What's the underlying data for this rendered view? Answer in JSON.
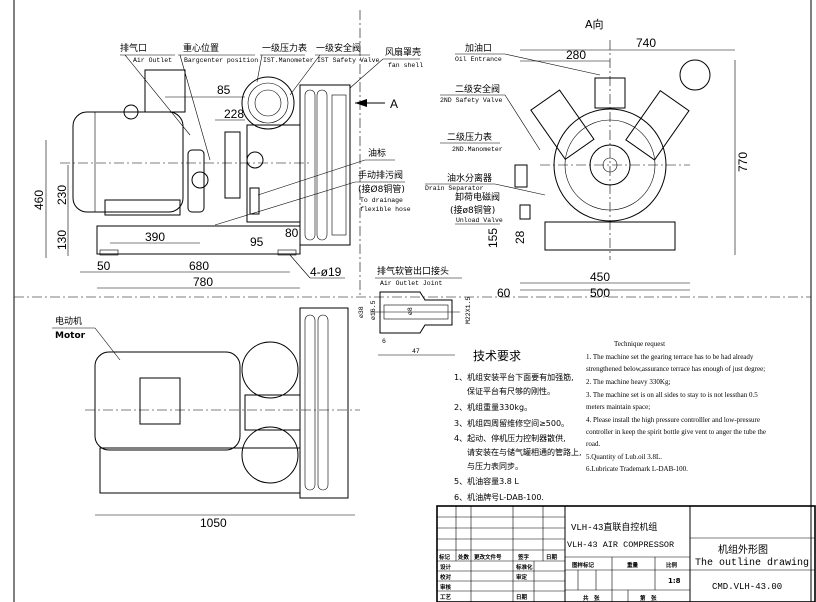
{
  "side_view": {
    "labels": {
      "air_outlet_cn": "排气口",
      "air_outlet_en": "Air Outlet",
      "bargcenter_cn": "重心位置",
      "bargcenter_en": "Bargcenter position",
      "manometer1_cn": "一级压力表",
      "manometer1_en": "IST.Manometer",
      "safety1_cn": "一级安全阀",
      "safety1_en": "IST Safety Valve",
      "fan_shell_cn": "风扇罩壳",
      "fan_shell_en": "fan shell",
      "oil_mark_cn": "油标",
      "drain_valve_cn": "手动排污阀",
      "drain_valve_pipe_cn": "(接Ø8铜管)",
      "drain_en_1": "To drainage",
      "drain_en_2": "flexible hose",
      "view_arrow": "A"
    },
    "dims": {
      "d85": "85",
      "d228": "228",
      "d460": "460",
      "d230": "230",
      "d130": "130",
      "d390": "390",
      "d95": "95",
      "d80": "80",
      "d50": "50",
      "d680": "680",
      "d780": "780",
      "holes": "4-ø19"
    }
  },
  "end_view": {
    "title": "A向",
    "labels": {
      "oil_entrance_cn": "加油口",
      "oil_entrance_en": "Oil Entrance",
      "safety2_cn": "二级安全阀",
      "safety2_en": "2ND Safety Valve",
      "manometer2_cn": "二级压力表",
      "manometer2_en": "2ND.Manometer",
      "drain_sep_cn": "油水分离器",
      "drain_sep_en": "Drain Separator",
      "unload_cn": "卸荷电磁阀",
      "unload_pipe_cn": "(接ø8铜管)",
      "unload_en": "Unload Valve"
    },
    "dims": {
      "d740": "740",
      "d280": "280",
      "d770": "770",
      "d155": "155",
      "d28": "28",
      "d450": "450",
      "d500": "500",
      "d60": "60"
    }
  },
  "joint_detail": {
    "title_cn": "排气软管出口接头",
    "title_en": "Air Outlet Joint",
    "dims": {
      "d38": "ø38",
      "d16": "ø16.5",
      "d_in": "ø8",
      "thread": "M22X1.5",
      "d6": "6",
      "d47": "47"
    }
  },
  "top_view": {
    "motor_cn": "电动机",
    "motor_en": "Motor",
    "d1050": "1050"
  },
  "requirements_cn": {
    "title": "技术要求",
    "items": [
      "1、机组安装平台下面要有加强筋,",
      "保证平台有尺够的刚性。",
      "2、机组重量330kg。",
      "3、机组四周留维修空间≥500。",
      "4、起动、停机压力控制器散供,",
      "请安装在与储气罐相通的管路上,",
      "与压力表同步。",
      "5、机油容量3.8 L",
      "6、机油牌号L-DAB-100."
    ]
  },
  "requirements_en": {
    "title": "Technique request",
    "items": [
      "1. The machine set the gearing terrace has to be had already",
      "strengthened below,assurance terrace has enough of just degree;",
      "2. The machine heavy 330Kg;",
      "3. The machine set is on all sides to stay to is not lessthan 0.5",
      "meters maintain space;",
      "4. Please install the high pressure controlller and low-pressure",
      "controller in keep the spirit bottle give vent to anger the tube the",
      "road.",
      "5.Quantity of Lub.oil 3.8L.",
      "6.Lubricate Trademark L-DAB-100."
    ]
  },
  "title_block": {
    "product_cn": "VLH-43直联自控机组",
    "product_en": "VLH-43 AIR COMPRESSOR",
    "drawing_cn": "机组外形图",
    "drawing_en": "The outline drawing",
    "drawing_no": "CMD.VLH-43.00",
    "scale": "1:8",
    "headers": [
      "标记",
      "处数",
      "更改文件号",
      "签字",
      "日期"
    ],
    "roles": [
      "设计",
      "校对",
      "审核",
      "工艺"
    ],
    "roles2": [
      "标准化",
      "审定",
      "",
      "日期"
    ],
    "mark_label": "图样标记",
    "weight_label": "重量",
    "scale_label": "比例",
    "sheet_total": "共　张",
    "sheet_no": "第　张"
  }
}
